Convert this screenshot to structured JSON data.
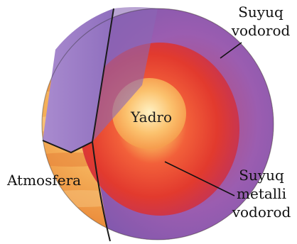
{
  "diagram": {
    "labels": {
      "liquid_hydrogen": [
        "Suyuq",
        "vodorod"
      ],
      "core": "Yadro",
      "atmosphere": "Atmosfera",
      "liquid_metallic_hydrogen": [
        "Suyuq",
        "metalli",
        "vodorod"
      ]
    },
    "colors": {
      "atmosphere_light": "#f7d28a",
      "atmosphere_mid": "#f2a04a",
      "atmosphere_dark": "#e0772e",
      "liquid_hydrogen": "#8e67b6",
      "liquid_hydrogen_light": "#b89ad2",
      "metallic_hydrogen": "#f0452a",
      "metallic_hydrogen_deep": "#d9302a",
      "core_light": "#ffe6a0",
      "core_mid": "#f6b45a",
      "outline": "#1a1a1a"
    }
  }
}
